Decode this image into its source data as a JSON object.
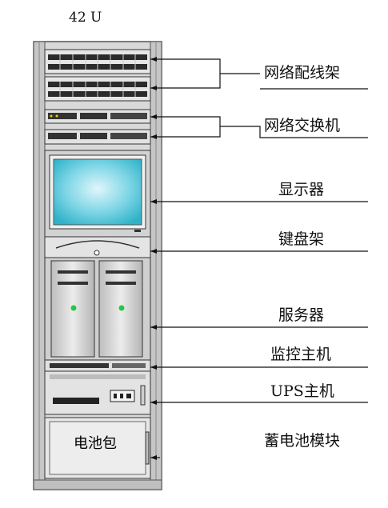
{
  "diagram": {
    "title": "42 U",
    "battery_pack_label": "电池包",
    "components": [
      {
        "id": "patch-panel",
        "label": "网络配线架"
      },
      {
        "id": "switch",
        "label": "网络交换机"
      },
      {
        "id": "monitor",
        "label": "显示器"
      },
      {
        "id": "keyboard-shelf",
        "label": "键盘架"
      },
      {
        "id": "server",
        "label": "服务器"
      },
      {
        "id": "monitoring-host",
        "label": "监控主机"
      },
      {
        "id": "ups-host",
        "label": "UPS主机"
      },
      {
        "id": "battery-module",
        "label": "蓄电池模块"
      }
    ]
  }
}
